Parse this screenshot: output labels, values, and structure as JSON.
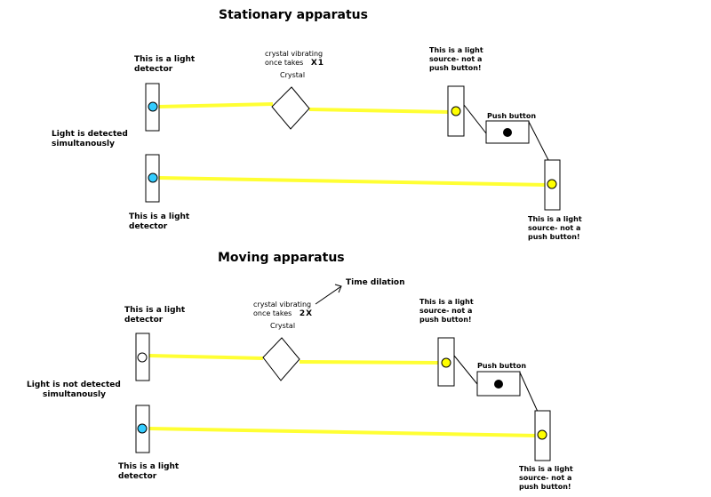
{
  "stationary": {
    "title": "Stationary apparatus",
    "detector_label_top_1": "This is a light",
    "detector_label_top_2": "detector",
    "detector_label_bottom_1": "This is a light",
    "detector_label_bottom_2": "detector",
    "crystal_note_1": "crystal vibrating",
    "crystal_note_2": "once takes",
    "crystal_multiplier": "X1",
    "crystal_label": "Crystal",
    "source_label_top_1": "This is a light",
    "source_label_top_2": "source- not a",
    "source_label_top_3": "push button!",
    "source_label_bottom_1": "This is a light",
    "source_label_bottom_2": "source- not a",
    "source_label_bottom_3": "push button!",
    "push_button_label": "Push button",
    "detection_note_1": "Light is detected",
    "detection_note_2": "simultanously"
  },
  "moving": {
    "title": "Moving apparatus",
    "time_dilation_label": "Time dilation",
    "detector_label_top_1": "This is a light",
    "detector_label_top_2": "detector",
    "detector_label_bottom_1": "This is a light",
    "detector_label_bottom_2": "detector",
    "crystal_note_1": "crystal vibrating",
    "crystal_note_2": "once takes",
    "crystal_multiplier": "2X",
    "crystal_label": "Crystal",
    "source_label_top_1": "This is a light",
    "source_label_top_2": "source- not a",
    "source_label_top_3": "push button!",
    "source_label_bottom_1": "This is a light",
    "source_label_bottom_2": "source- not a",
    "source_label_bottom_3": "push button!",
    "push_button_label": "Push button",
    "detection_note_1": "Light is not detected",
    "detection_note_2": "simultanously"
  },
  "colors": {
    "beam": "#ffff33",
    "source_dot": "#ffff00",
    "detector_dot_lit": "#33ccff",
    "detector_dot_unlit": "#ffffff",
    "outline": "#000000"
  }
}
